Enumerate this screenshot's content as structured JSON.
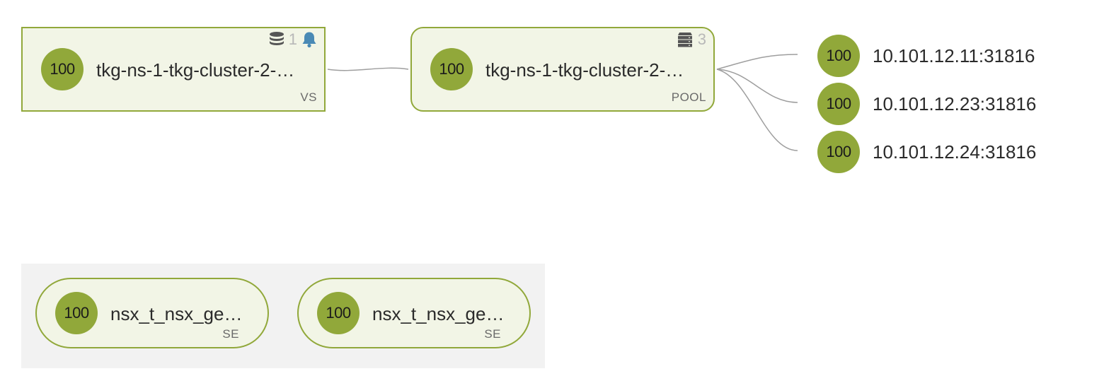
{
  "colors": {
    "health_good": "#91a83a",
    "node_fill": "#f2f5e6",
    "connector": "#9e9e9e",
    "alert_bell": "#4a8ab5",
    "se_group_bg": "#f2f2f2"
  },
  "virtual_service": {
    "health_score": "100",
    "name": "tkg-ns-1-tkg-cluster-2-…",
    "type": "VS",
    "db_icon": "database-icon",
    "alert_count": "1",
    "alert_icon": "bell-icon"
  },
  "pool": {
    "health_score": "100",
    "name": "tkg-ns-1-tkg-cluster-2-…",
    "type": "POOL",
    "server_icon": "server-stack-icon",
    "server_count": "3"
  },
  "servers": [
    {
      "health_score": "100",
      "address": "10.101.12.11:31816"
    },
    {
      "health_score": "100",
      "address": "10.101.12.23:31816"
    },
    {
      "health_score": "100",
      "address": "10.101.12.24:31816"
    }
  ],
  "service_engines": [
    {
      "health_score": "100",
      "name": "nsx_t_nsx_ge…",
      "type": "SE"
    },
    {
      "health_score": "100",
      "name": "nsx_t_nsx_ge…",
      "type": "SE"
    }
  ]
}
